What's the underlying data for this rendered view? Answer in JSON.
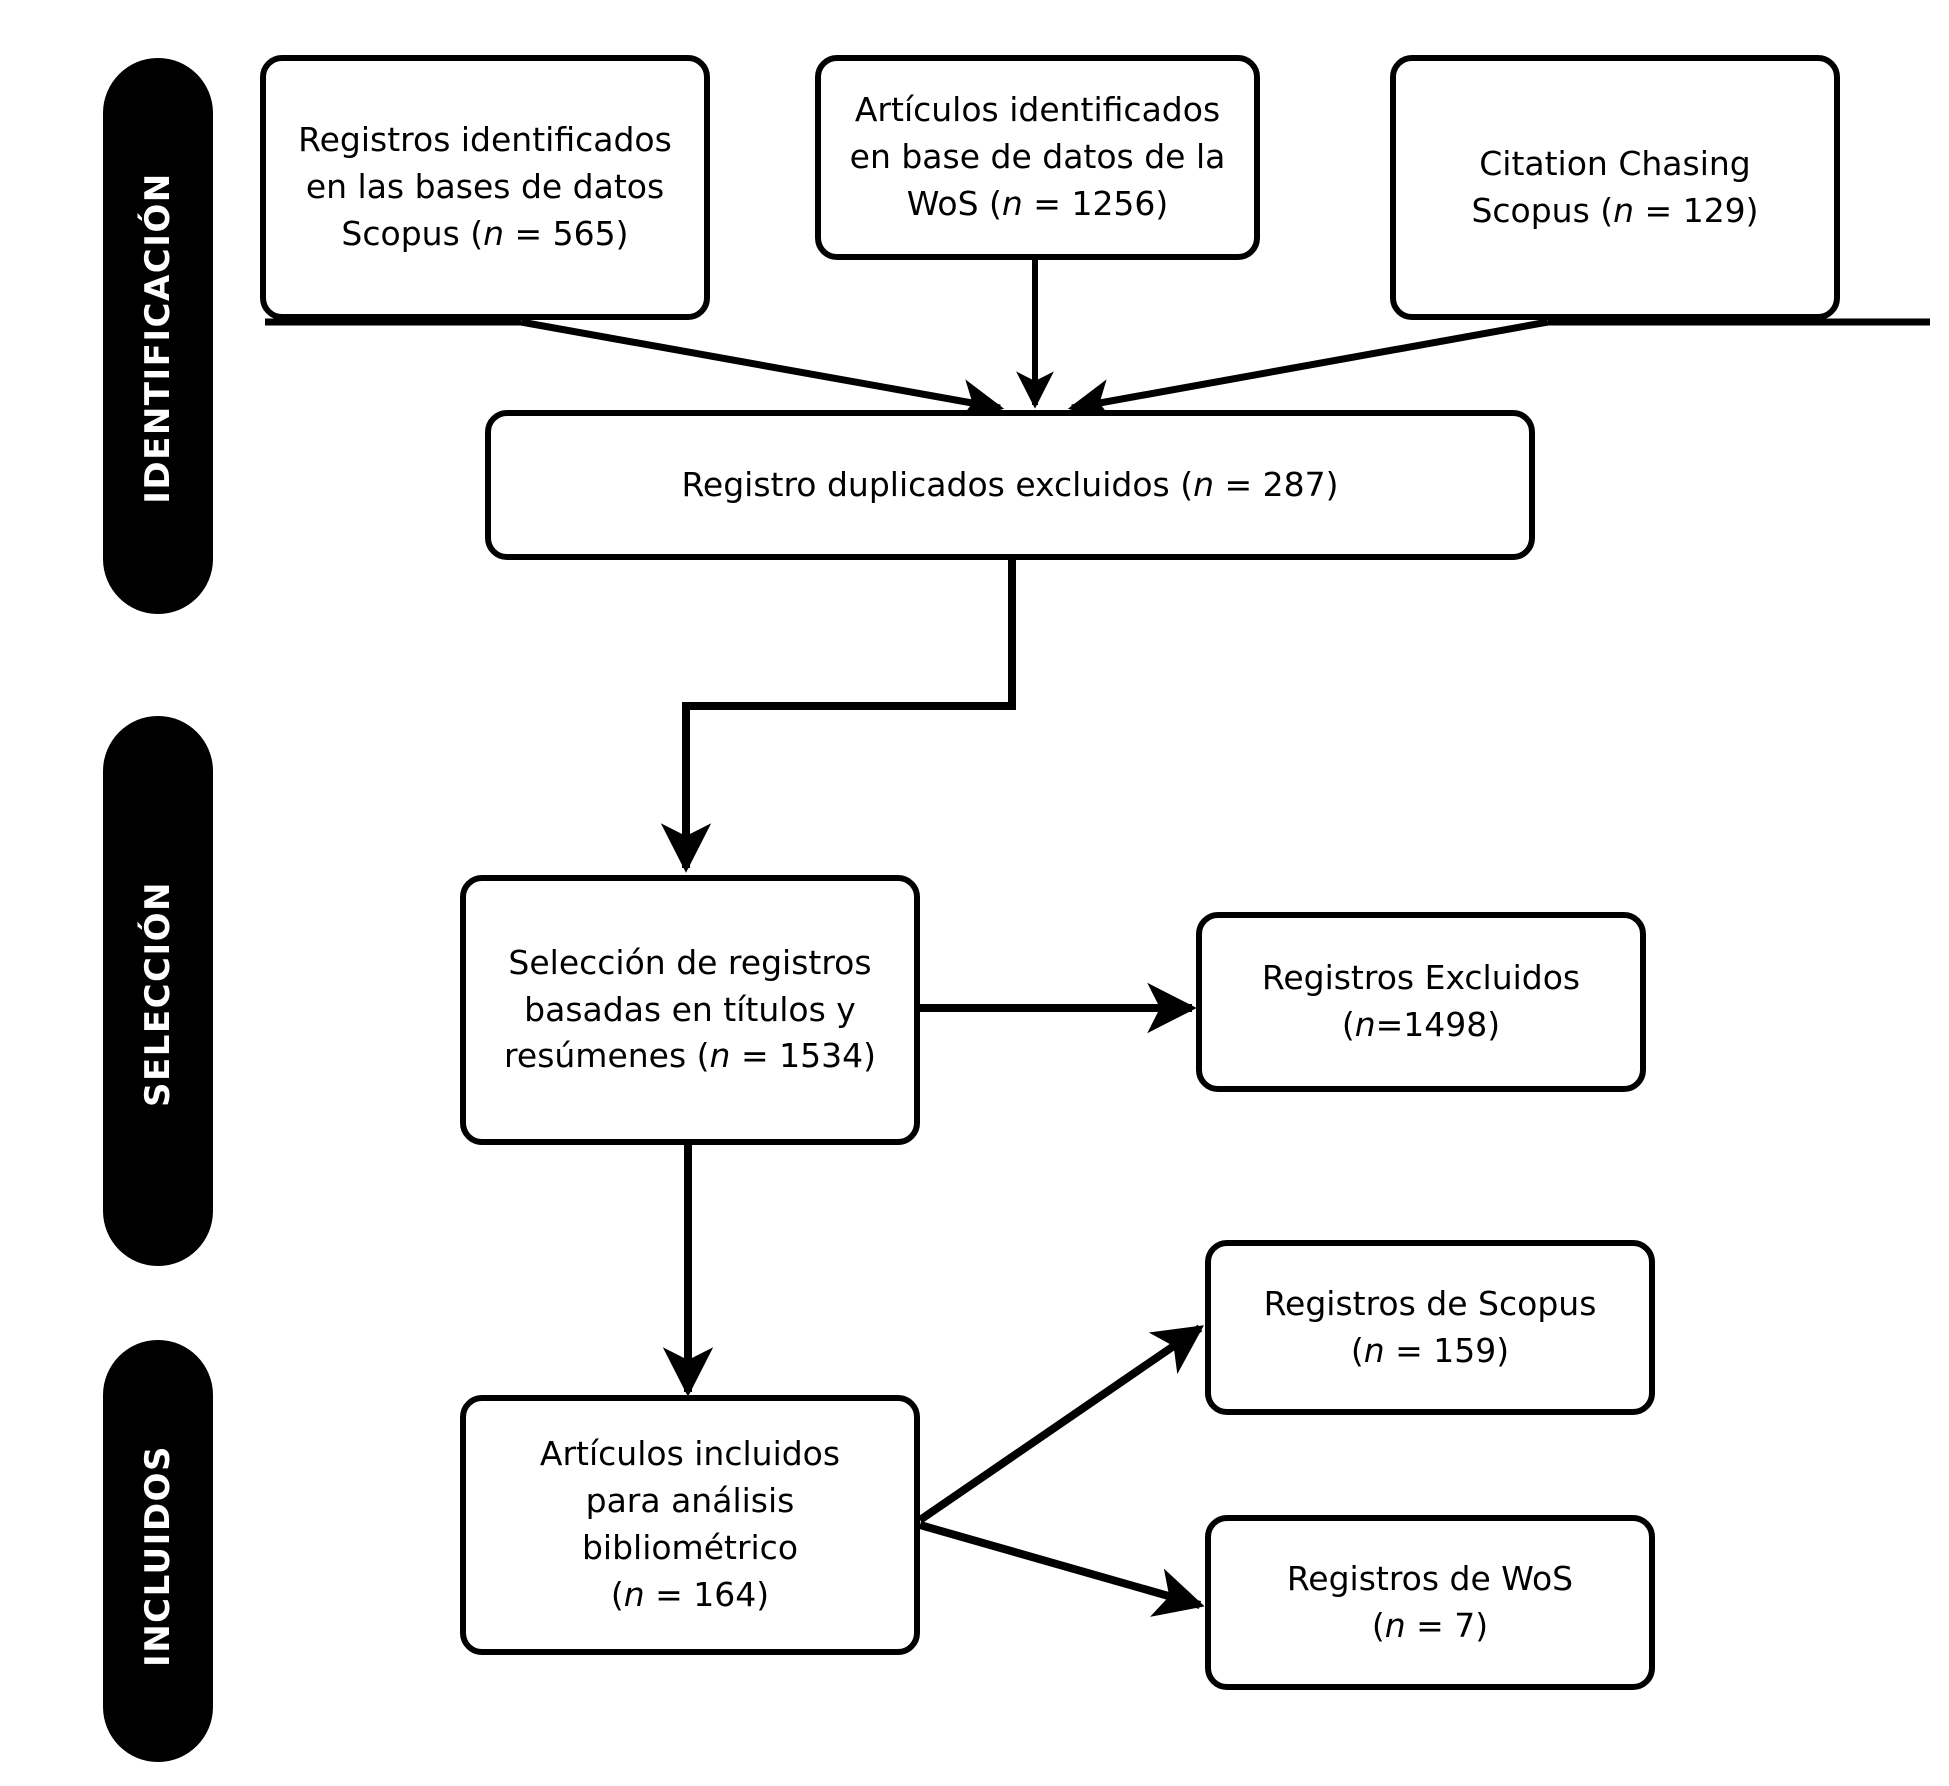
{
  "diagram": {
    "type": "prisma-flow-diagram",
    "language": "es",
    "colors": {
      "stage_pill_background": "#000000",
      "stage_pill_text": "#ffffff",
      "node_border": "#000000",
      "node_background": "#ffffff",
      "connector": "#000000"
    }
  },
  "stages": [
    {
      "id": "identificacion",
      "label": "IDENTIFICACIÓN"
    },
    {
      "id": "seleccion",
      "label": "SELECCIÓN"
    },
    {
      "id": "incluidos",
      "label": "INCLUIDOS"
    }
  ],
  "nodes": {
    "scopus_records": {
      "text": "Registros identificados\nen las bases de datos\nScopus (n = 565)",
      "count": 565,
      "source": "Scopus"
    },
    "wos_records": {
      "text": "Artículos identificados\nen base de datos de la\nWoS (n = 1256)",
      "count": 1256,
      "source": "WoS"
    },
    "citation_chasing": {
      "text": "Citation Chasing\nScopus (n = 129)",
      "count": 129,
      "source": "Scopus"
    },
    "duplicates_excluded": {
      "text": "Registro duplicados excluidos (n = 287)",
      "count": 287
    },
    "screening": {
      "text": "Selección de registros\nbasadas en títulos y\nresúmenes (n = 1534)",
      "count": 1534
    },
    "records_excluded": {
      "text": "Registros Excluidos\n(n=1498)",
      "count": 1498
    },
    "included_articles": {
      "text": "Artículos incluidos\npara análisis\nbibliométrico\n(n = 164)",
      "count": 164
    },
    "scopus_included": {
      "text": "Registros de Scopus\n(n = 159)",
      "count": 159
    },
    "wos_included": {
      "text": "Registros de WoS\n(n = 7)",
      "count": 7
    }
  },
  "connectors": [
    {
      "id": "scopus-to-duplicates",
      "from": "scopus_records",
      "to": "duplicates_excluded",
      "style": "diagonal-arrow"
    },
    {
      "id": "wos-to-duplicates",
      "from": "wos_records",
      "to": "duplicates_excluded",
      "style": "straight-arrow"
    },
    {
      "id": "citation-to-duplicates",
      "from": "citation_chasing",
      "to": "duplicates_excluded",
      "style": "diagonal-arrow"
    },
    {
      "id": "duplicates-to-screening",
      "from": "duplicates_excluded",
      "to": "screening",
      "style": "stepped-arrow"
    },
    {
      "id": "screening-to-excluded",
      "from": "screening",
      "to": "records_excluded",
      "style": "straight-arrow"
    },
    {
      "id": "screening-to-included",
      "from": "screening",
      "to": "included_articles",
      "style": "straight-arrow"
    },
    {
      "id": "included-to-scopus",
      "from": "included_articles",
      "to": "scopus_included",
      "style": "diagonal-arrow"
    },
    {
      "id": "included-to-wos",
      "from": "included_articles",
      "to": "wos_included",
      "style": "diagonal-arrow"
    }
  ]
}
